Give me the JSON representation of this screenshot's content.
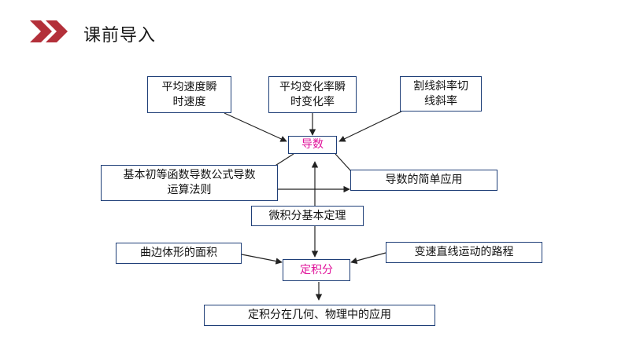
{
  "header": {
    "title": "课前导入",
    "icon": "double-chevron-right-icon",
    "accent": "#b3303a"
  },
  "diagram": {
    "nodes": {
      "avg_velocity": "平均速度瞬\n时速度",
      "avg_rate": "平均变化率瞬\n时变化率",
      "secant_slope": "割线斜率切\n线斜率",
      "derivative": "导数",
      "basic_formulas": "基本初等函数导数公式导数\n运算法则",
      "derivative_apps": "导数的简单应用",
      "fundamental_theorem": "微积分基本定理",
      "curved_area": "曲边体形的面积",
      "variable_motion": "变速直线运动的路程",
      "definite_integral": "定积分",
      "integral_apps": "定积分在几何、物理中的应用"
    },
    "highlight_color": "#e0129a",
    "border_color": "#1f3f78"
  }
}
